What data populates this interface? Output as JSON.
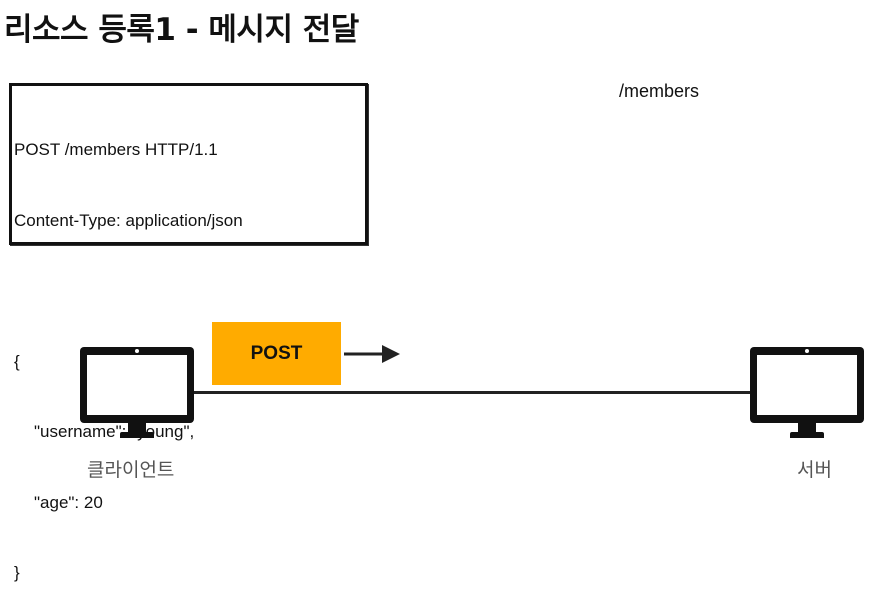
{
  "title": "리소스 등록1 - 메시지 전달",
  "request": {
    "lines": [
      "POST /members HTTP/1.1",
      "Content-Type: application/json",
      "",
      "{",
      "\"username\": \"young\",",
      "\"age\": 20",
      "}"
    ]
  },
  "resource_path": "/members",
  "method_label": "POST",
  "client_label": "클라이언트",
  "server_label": "서버",
  "colors": {
    "method_box": "#ffab00",
    "line": "#222222",
    "label_gray": "#555555"
  }
}
